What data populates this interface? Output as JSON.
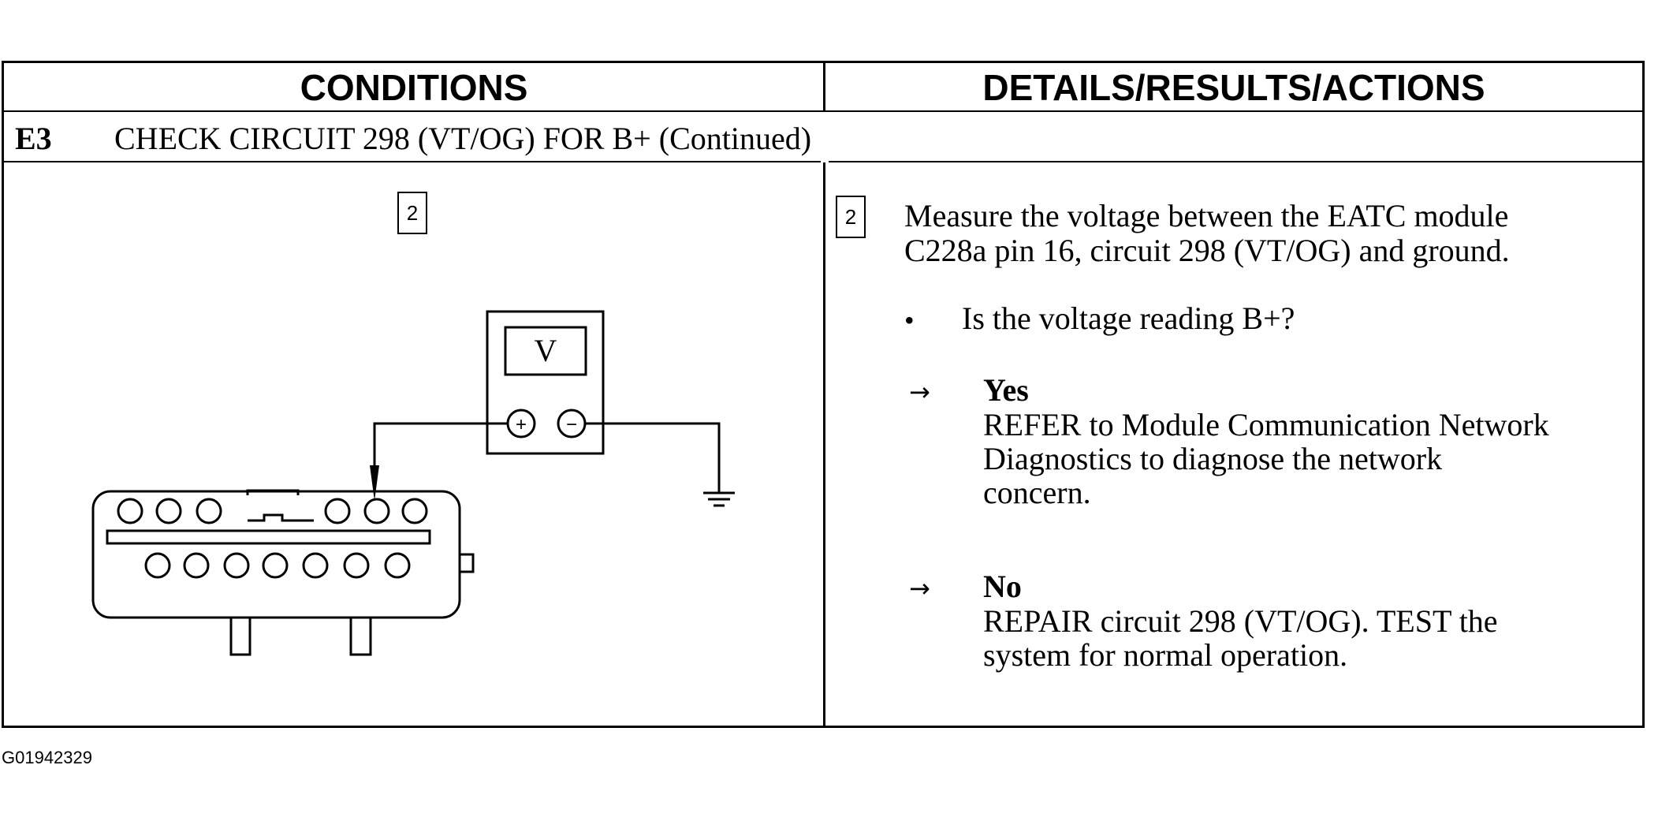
{
  "table": {
    "conditions_header": "CONDITIONS",
    "details_header": "DETAILS/RESULTS/ACTIONS",
    "step": {
      "id": "E3",
      "title": "CHECK CIRCUIT 298 (VT/OG) FOR B+ (Continued)"
    }
  },
  "conditions": {
    "step_number": "2",
    "meter_label": "V",
    "plus_symbol": "+",
    "minus_symbol": "−",
    "icons": [
      "voltmeter-icon",
      "connector-icon",
      "ground-icon",
      "probe-icon"
    ]
  },
  "details": {
    "step_number": "2",
    "instruction_line1": "Measure the voltage between the EATC module",
    "instruction_line2": "C228a pin 16, circuit 298 (VT/OG) and ground.",
    "question": "Is the voltage reading B+?",
    "yes_label": "Yes",
    "yes_line1": "REFER to Module Communication Network",
    "yes_line2": "Diagnostics  to diagnose the network",
    "yes_line3": "concern.",
    "no_label": "No",
    "no_line1": "REPAIR circuit 298 (VT/OG). TEST the",
    "no_line2": "system for normal operation.",
    "bullet_symbol": "•",
    "arrow_symbol": "→"
  },
  "caption": "G01942329"
}
